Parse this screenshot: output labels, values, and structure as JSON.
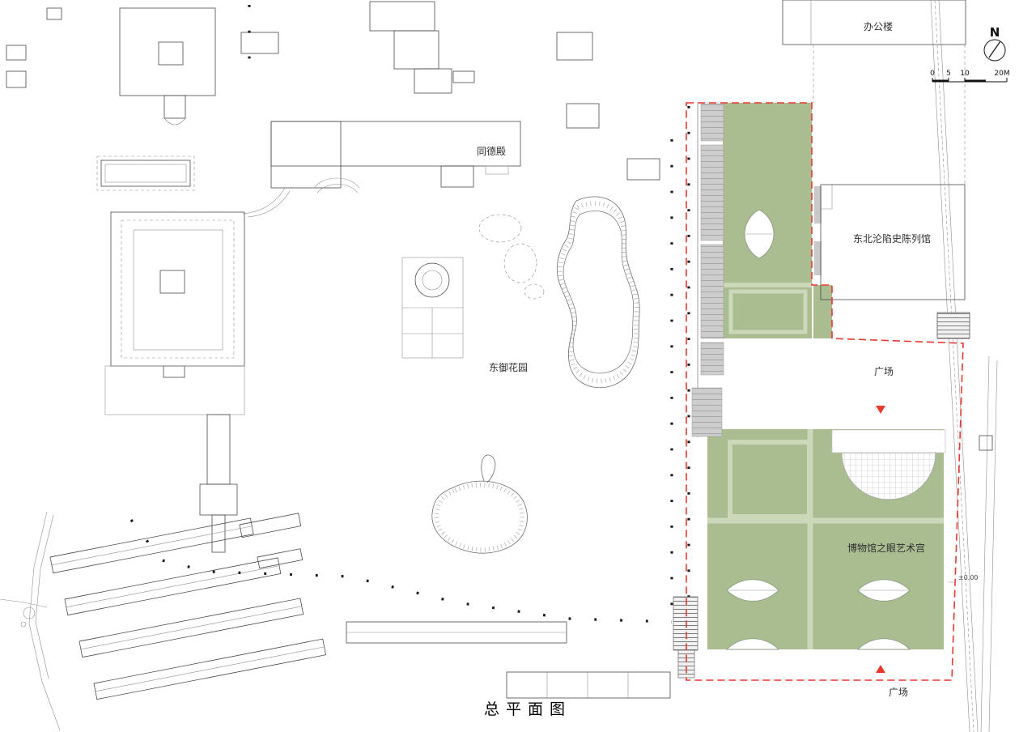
{
  "title": "总平面图",
  "compass": {
    "north": "N"
  },
  "scale": {
    "ticks": [
      "0",
      "5",
      "10",
      "20M"
    ]
  },
  "labels": {
    "office": "办公楼",
    "tongde": "同德殿",
    "exhibition": "东北沦陷史陈列馆",
    "garden": "东御花园",
    "plaza_north": "广场",
    "museum": "博物馆之眼艺术宫",
    "plaza_south": "广场",
    "elevation": "±0.00"
  },
  "colors": {
    "boundary_red": "#E8382F",
    "lawn_green": "#A9BD91",
    "path_green": "#CCD8BA",
    "building_gray": "#CBCBCB",
    "line_gray": "#4A4A4A"
  }
}
